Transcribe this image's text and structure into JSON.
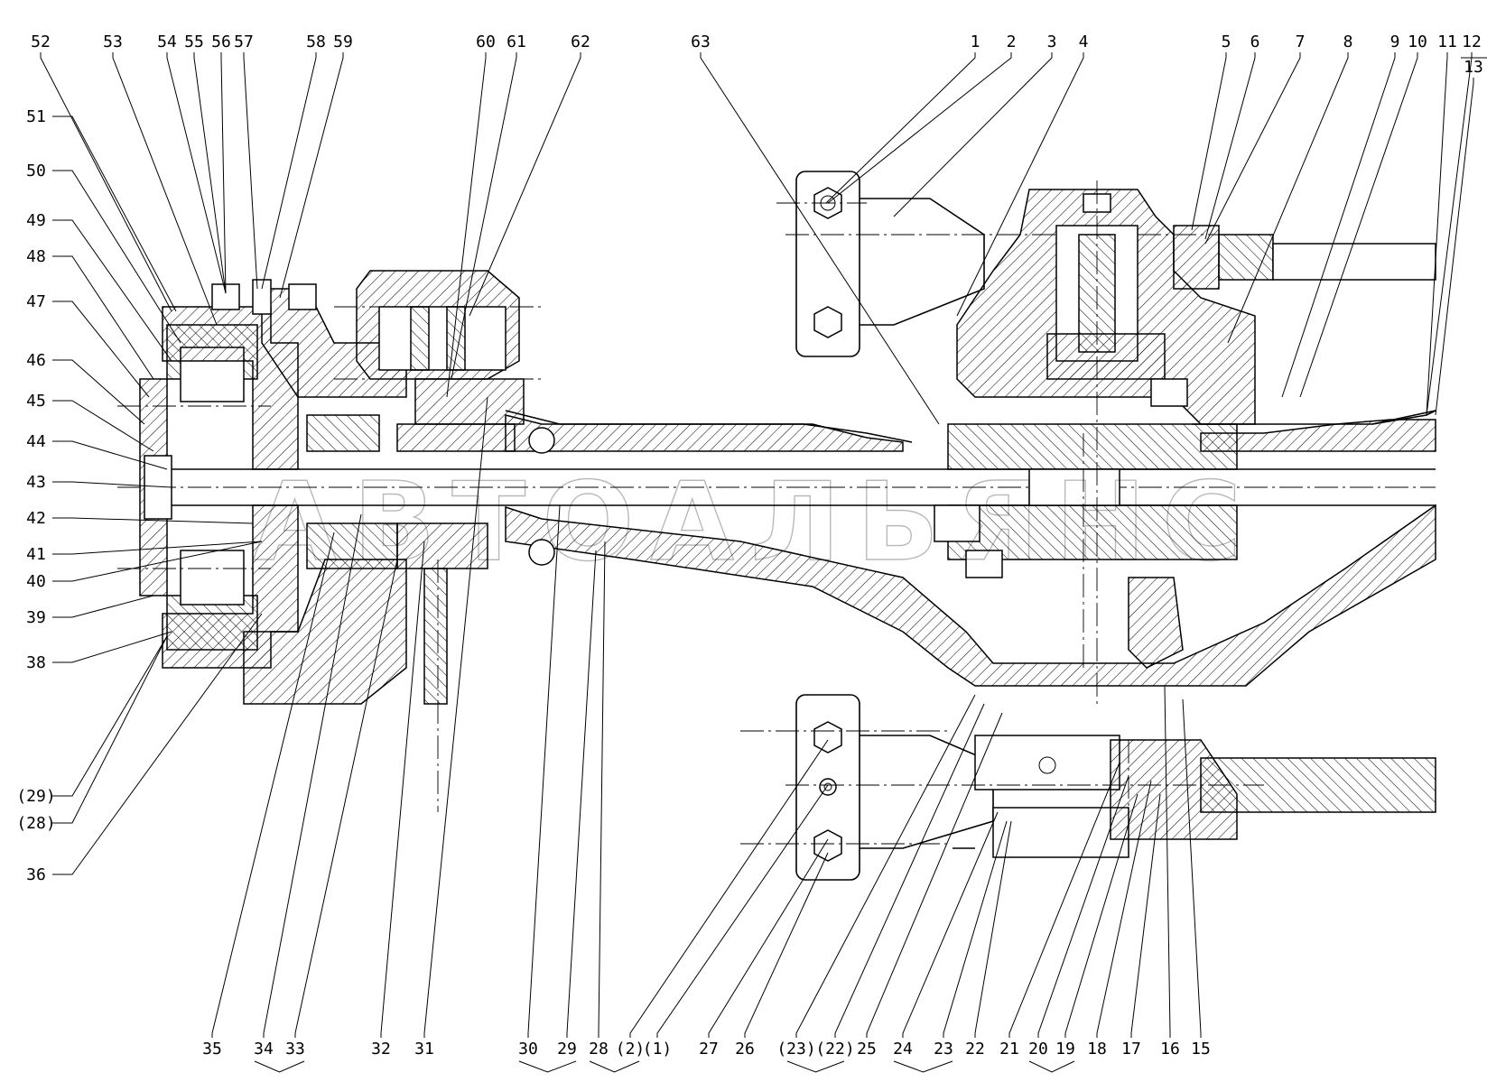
{
  "watermark": "АВТОАЛЬЯНС",
  "colors": {
    "line": "#000000",
    "background": "#ffffff"
  },
  "callouts_top": [
    "52",
    "53",
    "54",
    "55",
    "56",
    "57",
    "58",
    "59",
    "60",
    "61",
    "62",
    "63",
    "1",
    "2",
    "3",
    "4",
    "5",
    "6",
    "7",
    "8",
    "9",
    "10",
    "11",
    "12",
    "13"
  ],
  "callouts_left": [
    "51",
    "50",
    "49",
    "48",
    "47",
    "46",
    "45",
    "44",
    "43",
    "42",
    "41",
    "40",
    "39",
    "38",
    "(29)",
    "(28)",
    "36"
  ],
  "callouts_bottom": [
    "35",
    "34",
    "33",
    "32",
    "31",
    "30",
    "29",
    "28",
    "(2)",
    "(1)",
    "27",
    "26",
    "(23)",
    "(22)",
    "25",
    "24",
    "23",
    "22",
    "21",
    "20",
    "19",
    "18",
    "17",
    "16",
    "15"
  ]
}
